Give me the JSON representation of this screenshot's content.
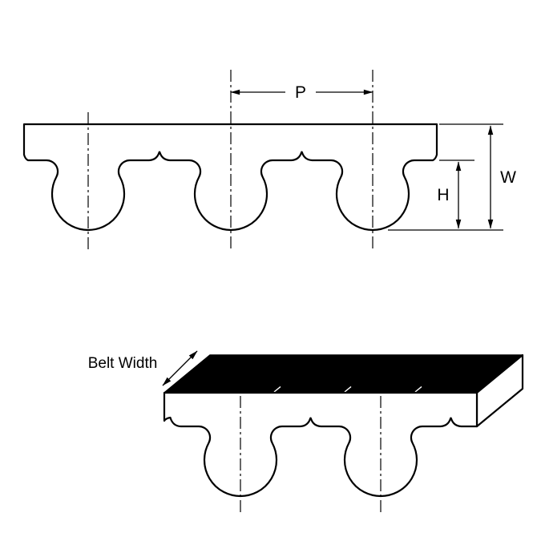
{
  "diagram": {
    "kind": "timing-belt-tooth-profile-drawing",
    "labels": {
      "pitch": "P",
      "belt_height": "W",
      "tooth_height": "H",
      "belt_width": "Belt Width"
    },
    "colors": {
      "line": "#000000",
      "belt_fill": "#ffffff",
      "belt_top_face": "#000000",
      "background": "#ffffff"
    }
  }
}
